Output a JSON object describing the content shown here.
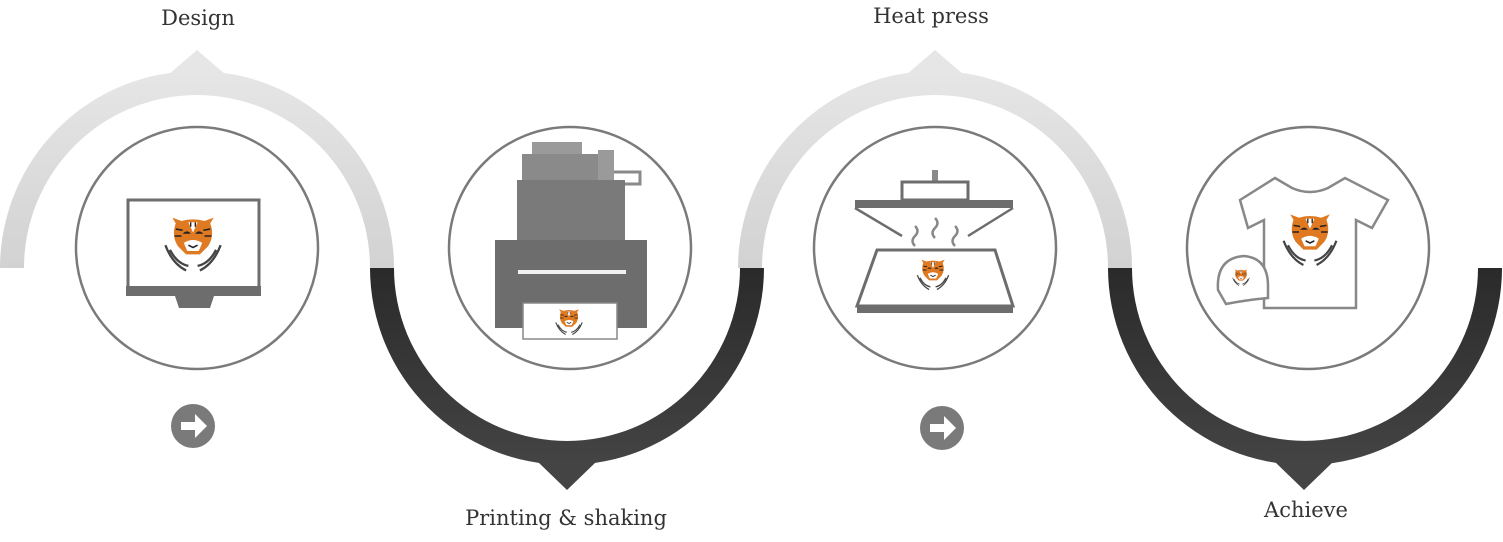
{
  "steps": [
    {
      "label": "Design",
      "icon": "monitor-with-tiger-icon"
    },
    {
      "label": "Printing & shaking",
      "icon": "dtf-printer-icon"
    },
    {
      "label": "Heat press",
      "icon": "heat-press-icon"
    },
    {
      "label": "Achieve",
      "icon": "tshirt-and-cap-icon"
    }
  ],
  "arrows": [
    "arrow-right-circle-icon",
    "arrow-right-circle-icon"
  ],
  "colors": {
    "arc_light": "#d9d9d9",
    "arc_dark": "#333333",
    "circle_stroke": "#7a7a7a",
    "icon_gray": "#6d6d6d",
    "tiger_orange": "#e07a22",
    "arrow_gray": "#7a7a7a",
    "label_text": "#333333"
  }
}
